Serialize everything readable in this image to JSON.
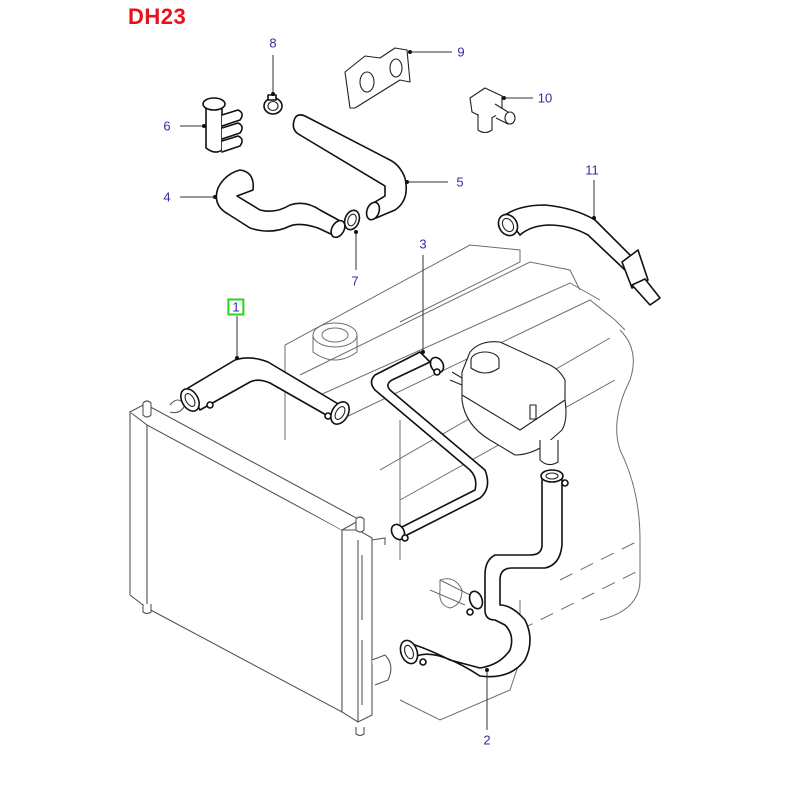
{
  "diagram": {
    "title": "DH23",
    "title_color": "#e8111b",
    "callout_color": "#2e2ea0",
    "selected_highlight_color": "#28d41e",
    "selected_callout": "1",
    "callouts": [
      {
        "id": "1",
        "label": "1",
        "part": "radiator-upper-hose",
        "selected": true
      },
      {
        "id": "2",
        "label": "2",
        "part": "radiator-lower-hose",
        "selected": false
      },
      {
        "id": "3",
        "label": "3",
        "part": "expansion-tank-hose",
        "selected": false
      },
      {
        "id": "4",
        "label": "4",
        "part": "heater-hose",
        "selected": false
      },
      {
        "id": "5",
        "label": "5",
        "part": "heater-hose",
        "selected": false
      },
      {
        "id": "6",
        "label": "6",
        "part": "hose-connector",
        "selected": false
      },
      {
        "id": "7",
        "label": "7",
        "part": "hose-clamp",
        "selected": false
      },
      {
        "id": "8",
        "label": "8",
        "part": "hose-clamp",
        "selected": false
      },
      {
        "id": "9",
        "label": "9",
        "part": "gasket-bracket",
        "selected": false
      },
      {
        "id": "10",
        "label": "10",
        "part": "elbow-connector",
        "selected": false
      },
      {
        "id": "11",
        "label": "11",
        "part": "bypass-pipe",
        "selected": false
      }
    ]
  }
}
